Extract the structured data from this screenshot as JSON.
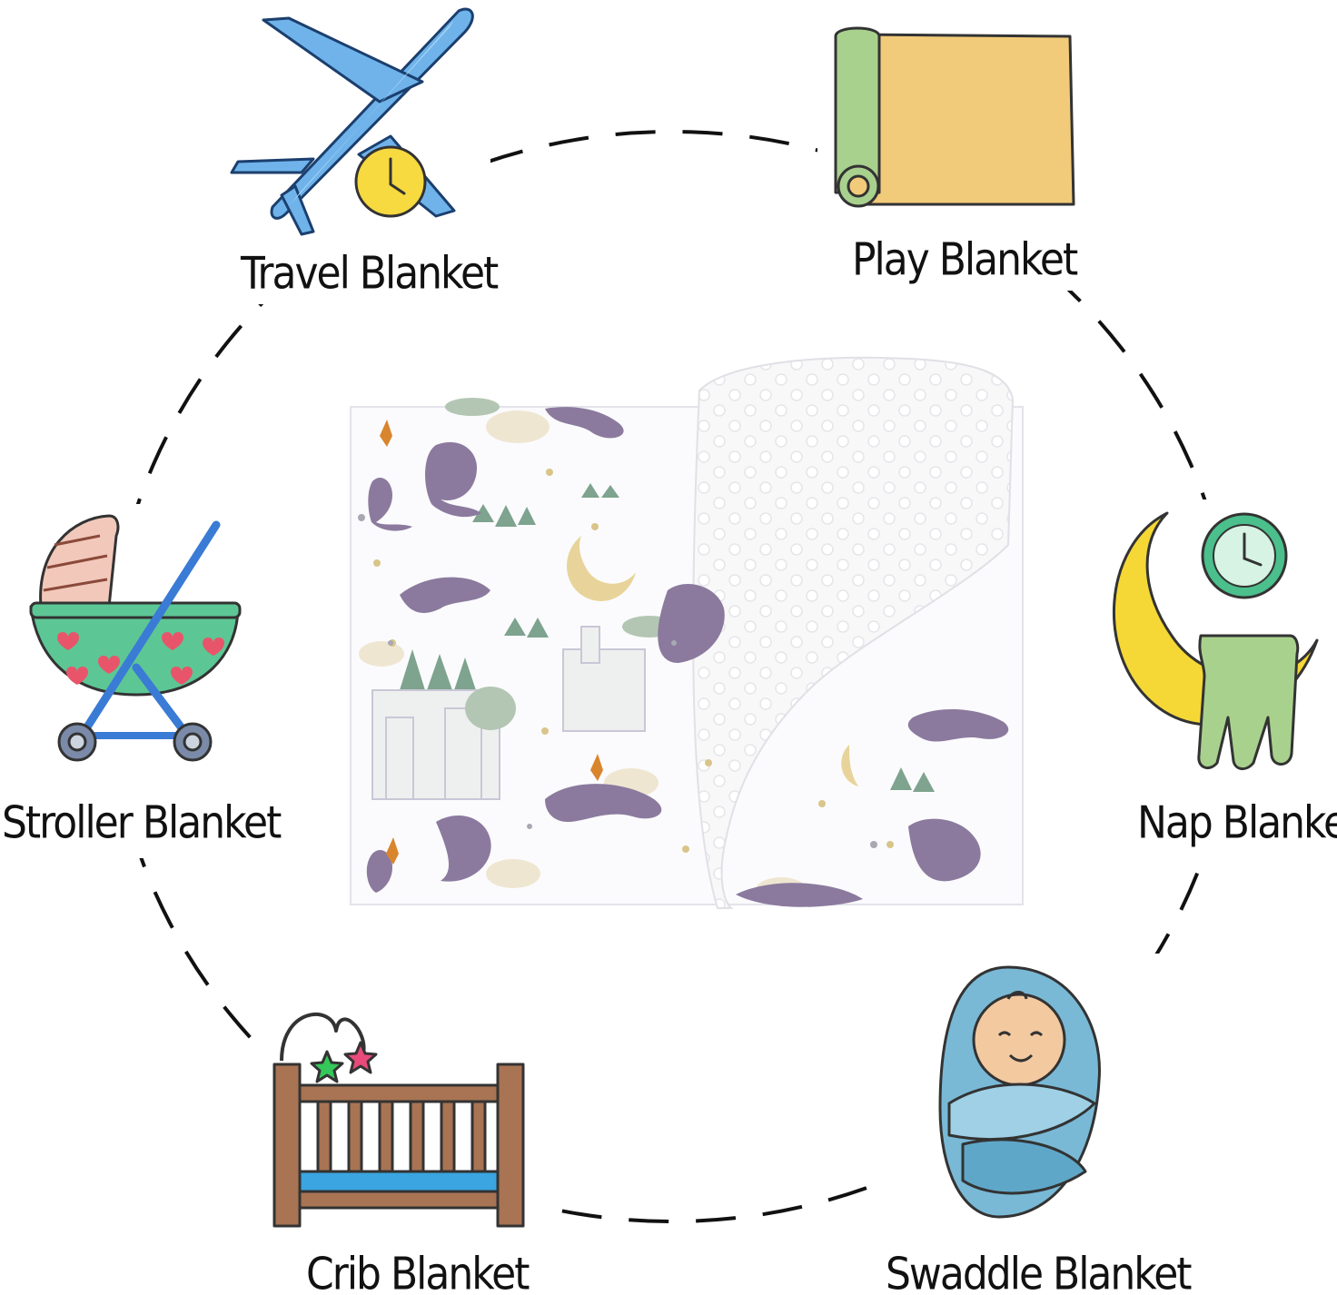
{
  "labels": {
    "travel": "Travel Blanket",
    "play": "Play Blanket",
    "stroller": "Stroller Blanket",
    "nap": "Nap Blanket",
    "crib": "Crib Blanket",
    "swaddle": "Swaddle Blanket"
  },
  "colors": {
    "ring": "#111111",
    "plane": "#6fb3ea",
    "clock_yellow": "#f7d940",
    "roll_green": "#a9d18e",
    "roll_yellow": "#f2cb7a",
    "moon": "#f5d836",
    "clock_green": "#4bbf8c",
    "stroller_green": "#5cc795",
    "stroller_pink": "#f2c8bb",
    "stroller_blue": "#3a7bd5",
    "crib_brown": "#a87453",
    "crib_blue": "#3aa5e0",
    "swaddle_blue": "#79b9d6",
    "dragon": "#8b7a9e",
    "tree": "#7ea38e"
  },
  "icons": [
    "airplane-icon",
    "clock-icon",
    "play-mat-roll-icon",
    "moon-icon",
    "stroller-icon",
    "crib-icon",
    "swaddled-baby-icon",
    "blanket-product-image"
  ]
}
